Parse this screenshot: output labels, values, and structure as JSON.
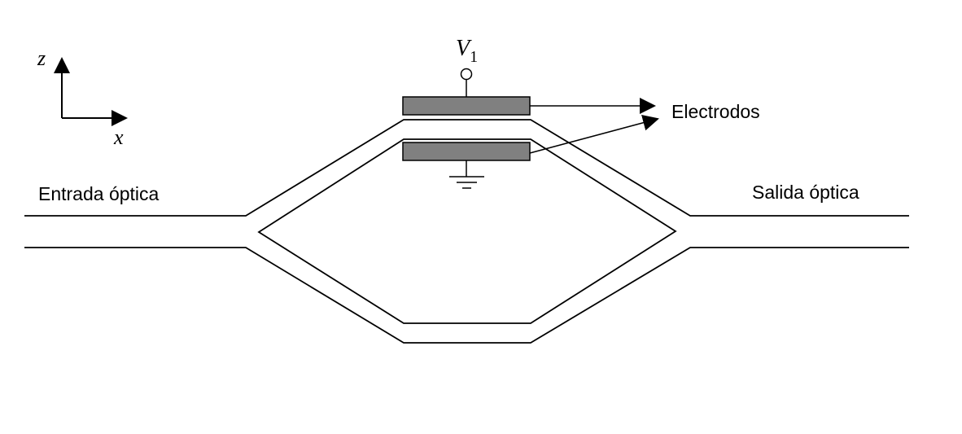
{
  "labels": {
    "input": "Entrada óptica",
    "output": "Salida óptica",
    "electrodes": "Electrodos",
    "voltage_symbol": "V",
    "voltage_subscript": "1",
    "axis_z": "z",
    "axis_x": "x"
  },
  "colors": {
    "line": "#000000",
    "electrode_fill": "#808080",
    "background": "#ffffff"
  }
}
